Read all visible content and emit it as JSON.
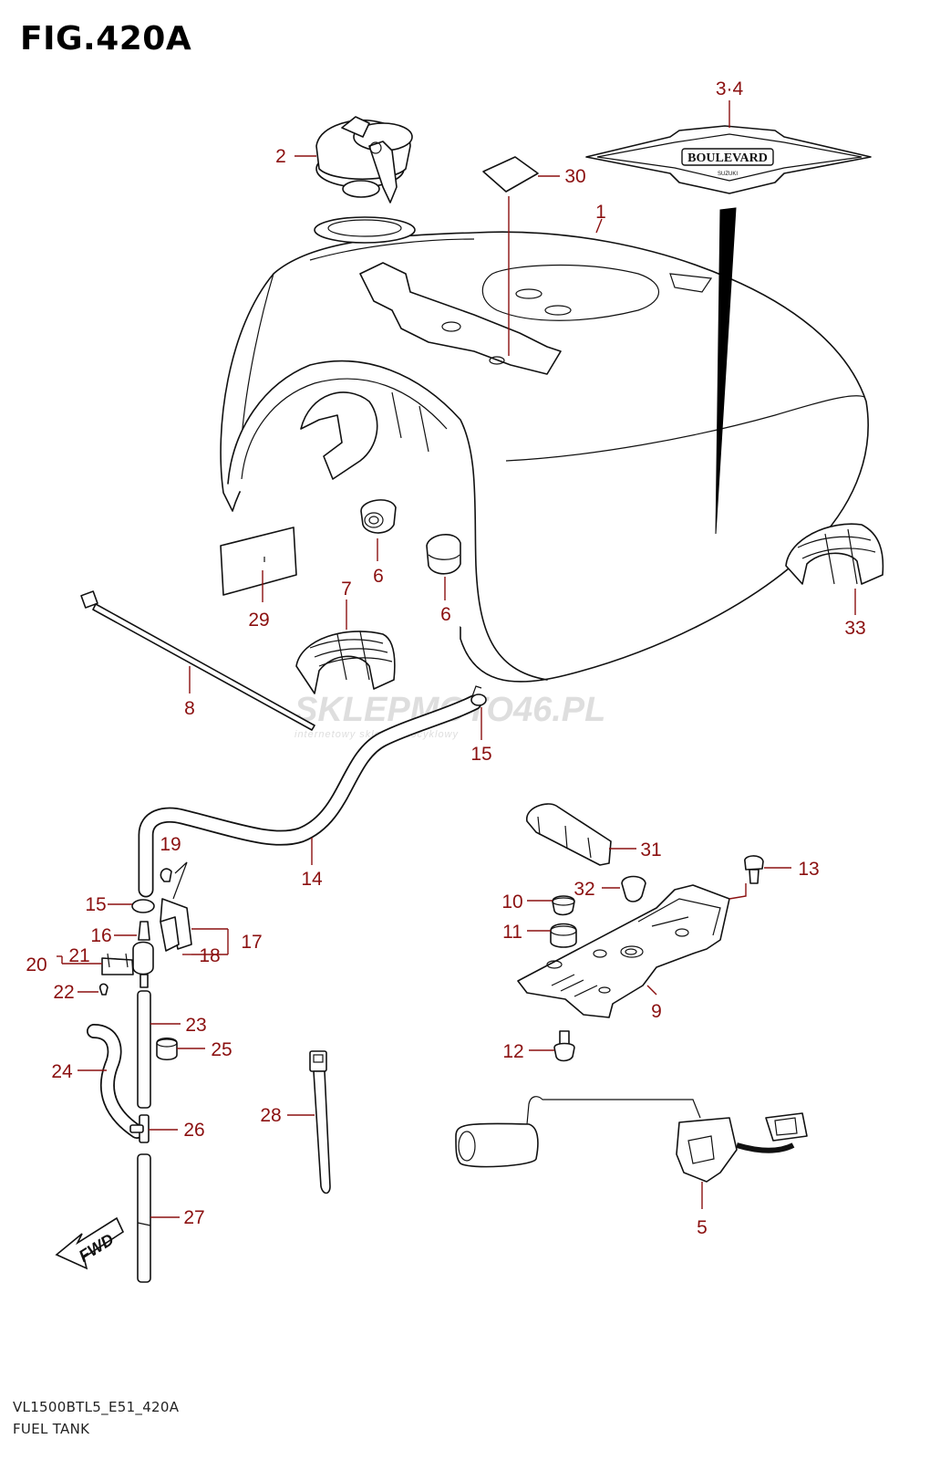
{
  "header": {
    "figure_title": "FIG.420A"
  },
  "footer": {
    "model_code": "VL1500BTL5_E51_420A",
    "section_name": "FUEL TANK"
  },
  "watermark": {
    "brand": "SKLEPMOTO46.PL",
    "tagline": "internetowy sklep motocyklowy"
  },
  "emblem_text": {
    "main": "BOULEVARD",
    "sub": "SUZUKI"
  },
  "fwd_arrow_label": "FWD",
  "callouts": [
    {
      "id": "c-3-4",
      "label": "3·4"
    },
    {
      "id": "c-2",
      "label": "2"
    },
    {
      "id": "c-30",
      "label": "30"
    },
    {
      "id": "c-1",
      "label": "1"
    },
    {
      "id": "c-6a",
      "label": "6"
    },
    {
      "id": "c-6b",
      "label": "6"
    },
    {
      "id": "c-29",
      "label": "29"
    },
    {
      "id": "c-7",
      "label": "7"
    },
    {
      "id": "c-33",
      "label": "33"
    },
    {
      "id": "c-8",
      "label": "8"
    },
    {
      "id": "c-15a",
      "label": "15"
    },
    {
      "id": "c-14",
      "label": "14"
    },
    {
      "id": "c-19",
      "label": "19"
    },
    {
      "id": "c-15b",
      "label": "15"
    },
    {
      "id": "c-16",
      "label": "16"
    },
    {
      "id": "c-17",
      "label": "17"
    },
    {
      "id": "c-18",
      "label": "18"
    },
    {
      "id": "c-20",
      "label": "20"
    },
    {
      "id": "c-21",
      "label": "21"
    },
    {
      "id": "c-22",
      "label": "22"
    },
    {
      "id": "c-23",
      "label": "23"
    },
    {
      "id": "c-25",
      "label": "25"
    },
    {
      "id": "c-24",
      "label": "24"
    },
    {
      "id": "c-26",
      "label": "26"
    },
    {
      "id": "c-27",
      "label": "27"
    },
    {
      "id": "c-28",
      "label": "28"
    },
    {
      "id": "c-31",
      "label": "31"
    },
    {
      "id": "c-13",
      "label": "13"
    },
    {
      "id": "c-32",
      "label": "32"
    },
    {
      "id": "c-10",
      "label": "10"
    },
    {
      "id": "c-11",
      "label": "11"
    },
    {
      "id": "c-9",
      "label": "9"
    },
    {
      "id": "c-12",
      "label": "12"
    },
    {
      "id": "c-5",
      "label": "5"
    }
  ]
}
